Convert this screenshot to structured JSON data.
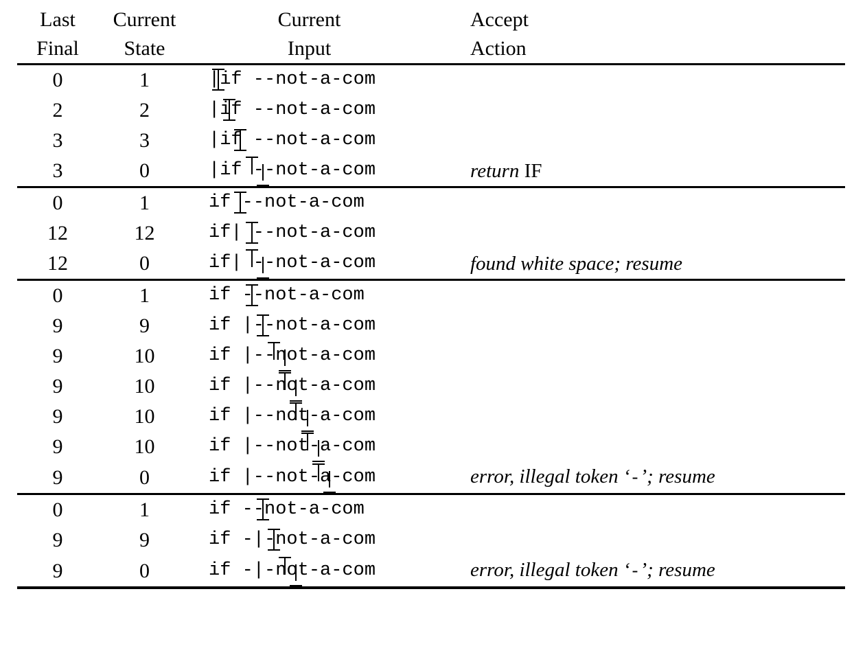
{
  "table": {
    "headers": [
      {
        "line1": "Last",
        "line2": "Final"
      },
      {
        "line1": "Current",
        "line2": "State"
      },
      {
        "line1": "Current",
        "line2": "Input"
      },
      {
        "line1": "Accept",
        "line2": "Action"
      }
    ],
    "input_string": "if --not-a-com",
    "rows": [
      {
        "last_final": "0",
        "current_state": "1",
        "input": "|if --not-a-com",
        "bar_index": -1,
        "caret_index": 0,
        "caret_style": "full",
        "action": ""
      },
      {
        "last_final": "2",
        "current_state": "2",
        "input": "|if --not-a-com",
        "bar_index": 0,
        "caret_index": 1,
        "caret_style": "full",
        "action": ""
      },
      {
        "last_final": "3",
        "current_state": "3",
        "input": "|if --not-a-com",
        "bar_index": 0,
        "caret_index": 2,
        "caret_style": "full",
        "action": ""
      },
      {
        "last_final": "3",
        "current_state": "0",
        "input": "|if --not-a-com",
        "bar_index": 0,
        "caret_index": 3,
        "caret_style": "split",
        "action_parts": [
          {
            "text": "return ",
            "style": "italic"
          },
          {
            "text": "IF",
            "style": "upright"
          }
        ],
        "action": "return IF"
      },
      {
        "last_final": "0",
        "current_state": "1",
        "input": "if --not-a-com",
        "bar_index": -1,
        "caret_index": 2,
        "caret_style": "full",
        "action": ""
      },
      {
        "last_final": "12",
        "current_state": "12",
        "input": "if| --not-a-com",
        "bar_index": 2,
        "caret_index": 3,
        "caret_style": "full",
        "action": ""
      },
      {
        "last_final": "12",
        "current_state": "0",
        "input": "if| --not-a-com",
        "bar_index": 2,
        "caret_index": 3,
        "caret_style": "split",
        "action_parts": [
          {
            "text": "found white space; resume",
            "style": "italic"
          }
        ],
        "action": "found white space; resume"
      },
      {
        "last_final": "0",
        "current_state": "1",
        "input": "if --not-a-com",
        "bar_index": -1,
        "caret_index": 3,
        "caret_style": "full",
        "action": ""
      },
      {
        "last_final": "9",
        "current_state": "9",
        "input": "if |--not-a-com",
        "bar_index": 3,
        "caret_index": 4,
        "caret_style": "full",
        "action": ""
      },
      {
        "last_final": "9",
        "current_state": "10",
        "input": "if |--not-a-com",
        "bar_index": 3,
        "caret_index": 5,
        "caret_style": "split",
        "action": ""
      },
      {
        "last_final": "9",
        "current_state": "10",
        "input": "if |--not-a-com",
        "bar_index": 3,
        "caret_index": 6,
        "caret_style": "split",
        "action": ""
      },
      {
        "last_final": "9",
        "current_state": "10",
        "input": "if |--not-a-com",
        "bar_index": 3,
        "caret_index": 7,
        "caret_style": "split",
        "action": ""
      },
      {
        "last_final": "9",
        "current_state": "10",
        "input": "if |--not-a-com",
        "bar_index": 3,
        "caret_index": 8,
        "caret_style": "split",
        "action": ""
      },
      {
        "last_final": "9",
        "current_state": "0",
        "input": "if |--not-a-com",
        "bar_index": 3,
        "caret_index": 9,
        "caret_style": "split",
        "action_parts": [
          {
            "text": "error, illegal token ‘",
            "style": "italic"
          },
          {
            "text": "-",
            "style": "mono"
          },
          {
            "text": "’; resume",
            "style": "italic"
          }
        ],
        "action": "error, illegal token ‘-’; resume"
      },
      {
        "last_final": "0",
        "current_state": "1",
        "input": "if --not-a-com",
        "bar_index": -1,
        "caret_index": 4,
        "caret_style": "full",
        "action": ""
      },
      {
        "last_final": "9",
        "current_state": "9",
        "input": "if -|-not-a-com",
        "bar_index": 4,
        "caret_index": 5,
        "caret_style": "full",
        "action": ""
      },
      {
        "last_final": "9",
        "current_state": "0",
        "input": "if -|-not-a-com",
        "bar_index": 4,
        "caret_index": 6,
        "caret_style": "split",
        "action_parts": [
          {
            "text": "error, illegal token ‘",
            "style": "italic"
          },
          {
            "text": "-",
            "style": "mono"
          },
          {
            "text": "’; resume",
            "style": "italic"
          }
        ],
        "action": "error, illegal token ‘-’; resume"
      }
    ],
    "group_breaks": [
      4,
      7,
      14
    ],
    "colors": {
      "rule": "#000000",
      "text": "#000000",
      "background": "#ffffff"
    }
  }
}
